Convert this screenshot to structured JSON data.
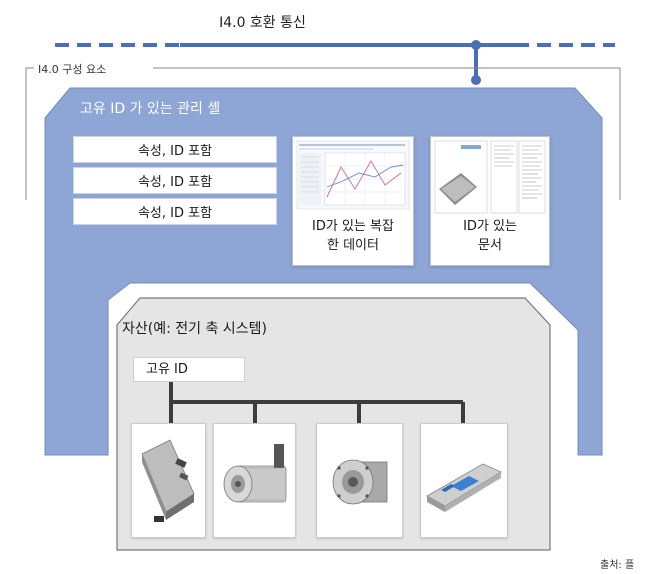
{
  "bus": {
    "title": "I4.0 호환 통신"
  },
  "component_label": "I4.0 구성 요소",
  "admin_shell": {
    "title": "고유 ID 가 있는 관리 셸",
    "properties": [
      "속성, ID 포함",
      "속성, ID 포함",
      "속성, ID 포함"
    ],
    "complex_data_label": "ID가 있는 복잡\n한 데이터",
    "documents_label": "ID가 있는\n문서"
  },
  "asset": {
    "title": "자산(예: 전기 축 시스템)",
    "unique_id_label": "고유 ID",
    "devices": [
      "servo-drive-controller",
      "servo-motor",
      "planetary-gearbox",
      "electric-linear-axis"
    ]
  },
  "source_label": "출처: 플",
  "colors": {
    "shell_fill": "#8ea6d6",
    "shell_stroke": "#6f8bc2",
    "bus_line": "#4a6fb5",
    "asset_fill": "#e5e5e5",
    "asset_stroke": "#7a7a7a",
    "tree_line": "#3c3c3c"
  }
}
